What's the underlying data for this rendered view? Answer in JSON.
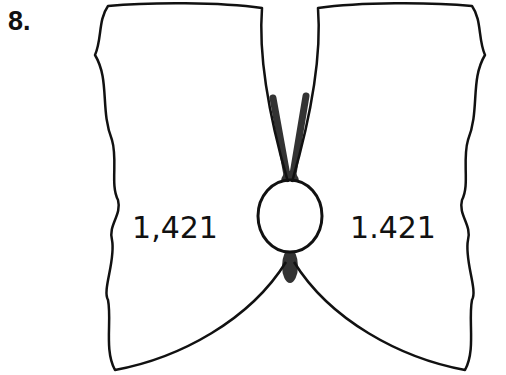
{
  "diagram": {
    "nodes": [
      {
        "text": [
          "1,421"
        ]
      },
      {
        "text": [
          "1.421"
        ]
      }
    ],
    "labels": [
      "8."
    ]
  }
}
